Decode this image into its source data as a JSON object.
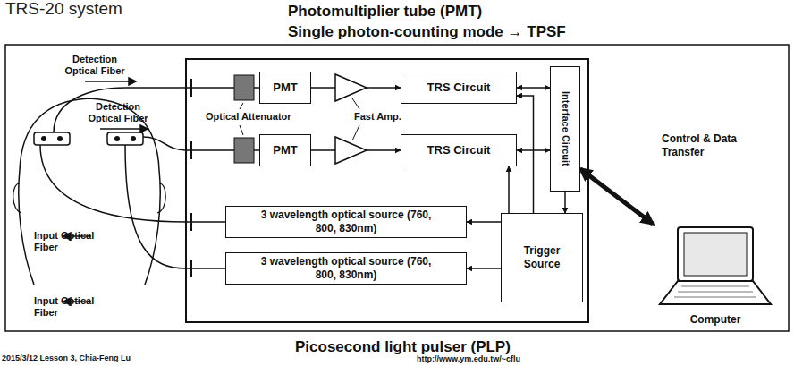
{
  "diagram": {
    "title": "TRS-20 system",
    "nodes": [
      {
        "text": [
          "PMT"
        ]
      },
      {
        "text": [
          "TRS Circuit"
        ]
      },
      {
        "text": [
          "Interface Circuit"
        ]
      },
      {
        "text": [
          "PMT"
        ]
      },
      {
        "text": [
          "TRS Circuit"
        ]
      },
      {
        "text": [
          "3 wavelength optical source (760, 800, 830nm)"
        ]
      },
      {
        "text": [
          "Trigger Source"
        ]
      },
      {
        "text": [
          "3 wavelength optical source (760, 800, 830nm)"
        ]
      },
      {
        "text": [
          "Computer"
        ]
      }
    ],
    "edges": [
      {
        "from": 0,
        "to": 1,
        "arrow": "to"
      },
      {
        "from": 1,
        "to": 2,
        "arrow": "both"
      },
      {
        "from": 3,
        "to": 4,
        "arrow": "to"
      },
      {
        "from": 4,
        "to": 2,
        "arrow": "both"
      },
      {
        "from": 6,
        "to": 1,
        "arrow": "to"
      },
      {
        "from": 6,
        "to": 4,
        "arrow": "to"
      },
      {
        "from": 6,
        "to": 5,
        "arrow": "to"
      },
      {
        "from": 6,
        "to": 7,
        "arrow": "to"
      },
      {
        "from": 2,
        "to": 6,
        "arrow": "to"
      },
      {
        "from": 2,
        "to": 8,
        "label": "Control & Data Transfer",
        "arrow": "both"
      }
    ],
    "labels": [
      "Photomultiplier tube (PMT)",
      "Single photon-counting mode → TPSF",
      "Detection Optical Fiber",
      "Detection Optical Fiber",
      "Optical Attenuator",
      "Fast Amp.",
      "Input Optical Fiber",
      "Input Optical Fiber",
      "Picosecond light pulser (PLP)",
      "2015/3/12 Lesson 3, Chia-Feng Lu",
      "http://www.ym.edu.tw/~cflu"
    ]
  }
}
